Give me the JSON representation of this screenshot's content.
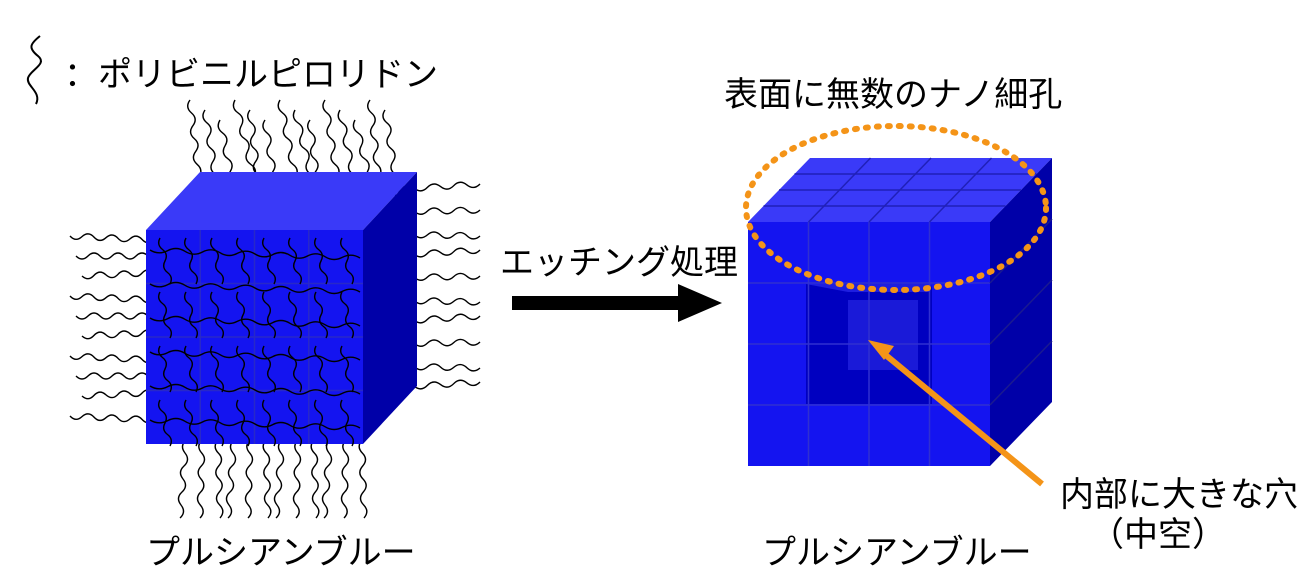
{
  "legend": {
    "label": "：ポリビニルピロリドン",
    "icon": "squiggle-icon"
  },
  "left_caption": "プルシアンブルー",
  "right_caption": "プルシアンブルー",
  "arrow_label": "エッチング処理",
  "surface_label": "表面に無数のナノ細孔",
  "interior_label_line1": "内部に大きな穴",
  "interior_label_line2": "（中空）",
  "colors": {
    "cube_front": "#1414f0",
    "cube_top": "#3a3af8",
    "cube_side": "#0000a8",
    "cube_line": "#2828c8",
    "hollow": "#0000c8",
    "orange": "#f49418",
    "black": "#000000"
  }
}
